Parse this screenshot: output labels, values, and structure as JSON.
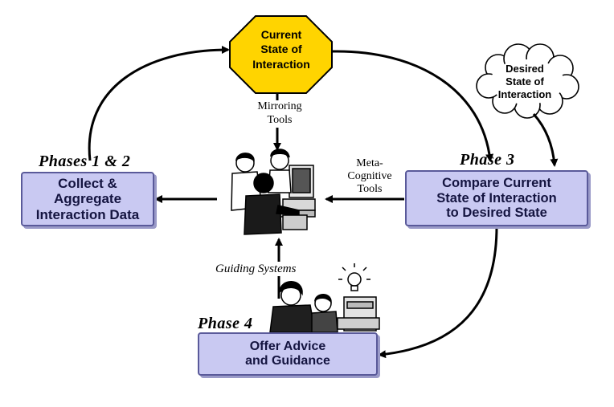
{
  "current_state": {
    "lines": [
      "Current",
      "State of",
      "Interaction"
    ],
    "fill_color": "#ffd400"
  },
  "desired_state": {
    "lines": [
      "Desired",
      "State of",
      "Interaction"
    ]
  },
  "mirroring_tools": {
    "lines": [
      "Mirroring",
      "Tools"
    ]
  },
  "metacognitive_tools": {
    "lines": [
      "Meta-",
      "Cognitive",
      "Tools"
    ]
  },
  "guiding_systems": {
    "label": "Guiding Systems"
  },
  "phase_1_2": {
    "label": "Phases 1 & 2",
    "lines": [
      "Collect &",
      "Aggregate",
      "Interaction Data"
    ]
  },
  "phase_3": {
    "label": "Phase 3",
    "lines": [
      "Compare Current",
      "State of Interaction",
      "to Desired State"
    ]
  },
  "phase_4": {
    "label": "Phase 4",
    "lines": [
      "Offer Advice",
      "and Guidance"
    ]
  },
  "colors": {
    "box_fill": "#c9c9f2",
    "box_border": "#5a5a9a",
    "octagon_fill": "#ffd400",
    "arrow": "#000000"
  },
  "icons": [
    "computer-users-clipart-icon",
    "mentor-student-clipart-icon",
    "lightbulb-icon",
    "cloud-icon"
  ]
}
